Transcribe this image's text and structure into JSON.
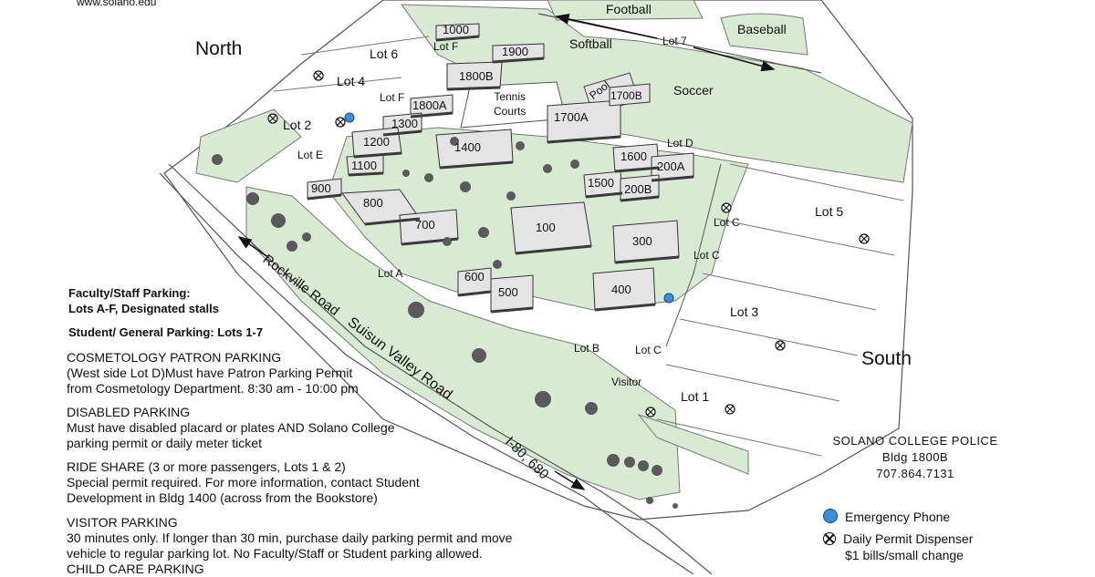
{
  "url": "www.solano.edu",
  "compass": {
    "north": "North",
    "south": "South"
  },
  "lots": {
    "lot1": "Lot 1",
    "lot2": "Lot 2",
    "lot3": "Lot 3",
    "lot4": "Lot 4",
    "lot5": "Lot 5",
    "lot6": "Lot 6",
    "lot7": "Lot 7",
    "lotA": "Lot A",
    "lotB": "Lot B",
    "lotC": "Lot C",
    "lotD": "Lot D",
    "lotE": "Lot E",
    "lotF": "Lot F"
  },
  "buildings": {
    "b100": "100",
    "b200A": "200A",
    "b200B": "200B",
    "b300": "300",
    "b400": "400",
    "b500": "500",
    "b600": "600",
    "b700": "700",
    "b800": "800",
    "b900": "900",
    "b1000": "1000",
    "b1100": "1100",
    "b1200": "1200",
    "b1300": "1300",
    "b1400": "1400",
    "b1500": "1500",
    "b1600": "1600",
    "b1700A": "1700A",
    "b1700B": "1700B",
    "b1800A": "1800A",
    "b1800B": "1800B",
    "b1900": "1900"
  },
  "facilities": {
    "football": "Football",
    "softball": "Softball",
    "baseball": "Baseball",
    "soccer": "Soccer",
    "pool": "Pool",
    "tennis": "Tennis\nCourts",
    "visitor": "Visitor"
  },
  "roads": {
    "rockville": "Rockville Road",
    "suisun": "Suisun Valley Road",
    "i80": "I-80, 680"
  },
  "info": {
    "faculty_title": "Faculty/Staff Parking:",
    "faculty_text": "Lots A-F, Designated stalls",
    "student": "Student/ General Parking: Lots 1-7",
    "cosmetology_title": "COSMETOLOGY PATRON PARKING",
    "cosmetology_l1": "(West side Lot D)Must have Patron Parking Permit",
    "cosmetology_l2": "from Cosmetology Department. 8:30 am - 10:00 pm",
    "disabled_title": "DISABLED PARKING",
    "disabled_l1": "Must have disabled placard or plates AND Solano College",
    "disabled_l2": "parking permit or daily meter ticket",
    "rideshare_title": "RIDE SHARE (3 or more passengers, Lots 1 & 2)",
    "rideshare_l1": "Special permit required. For more information, contact Student",
    "rideshare_l2": "Development in Bldg 1400 (across from the Bookstore)",
    "visitor_title": "VISITOR PARKING",
    "visitor_l1": "30 minutes only. If longer than 30 min, purchase daily parking permit and move",
    "visitor_l2": "vehicle to regular parking lot. No Faculty/Staff or Student parking allowed.",
    "childcare_title": "CHILD CARE PARKING"
  },
  "police": {
    "name": "SOLANO COLLEGE POLICE",
    "bldg": "Bldg 1800B",
    "phone": "707.864.7131"
  },
  "legend": {
    "emergency": "Emergency Phone",
    "dispenser_l1": "Daily Permit Dispenser",
    "dispenser_l2": "$1 bills/small change"
  },
  "colors": {
    "grass": "#d9ead3",
    "building_top": "#e4e4e4",
    "building_side": "#4a4a4a",
    "emergency_phone": "#3b8ee0"
  }
}
